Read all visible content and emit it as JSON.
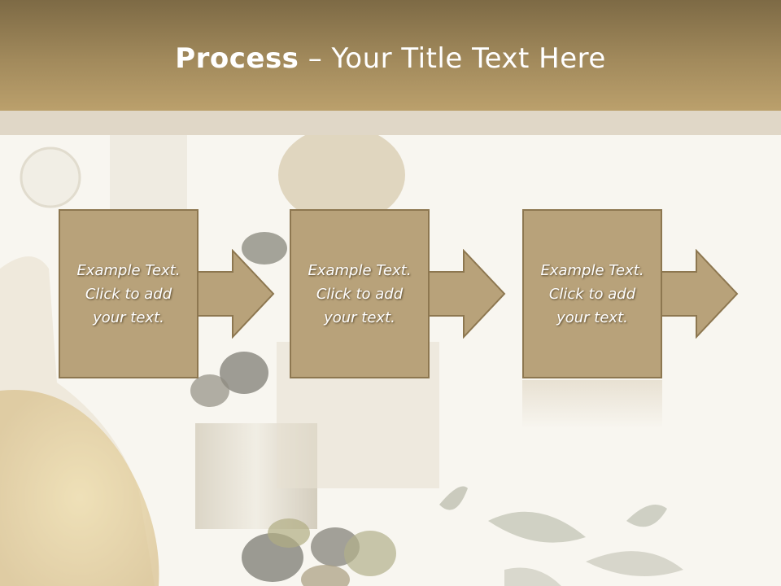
{
  "slide": {
    "title_bold": "Process",
    "title_rest": " – Your Title Text Here"
  },
  "steps": [
    {
      "text": "Example Text.\nClick  to add\nyour text."
    },
    {
      "text": "Example Text.\nClick  to add\nyour text."
    },
    {
      "text": "Example Text.\nClick  to add\nyour text."
    }
  ],
  "colors": {
    "header": "#a28a5c",
    "box_fill": "#b8a27a",
    "box_border": "#8d7750",
    "background": "#f8f5ef"
  }
}
